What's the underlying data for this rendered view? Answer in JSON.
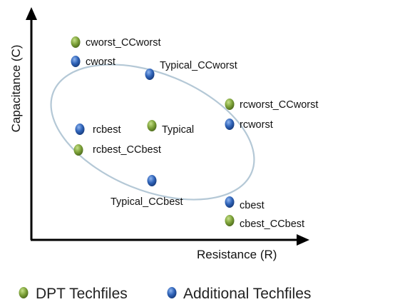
{
  "axes": {
    "y_label": "Capacitance (C)",
    "x_label": "Resistance (R)"
  },
  "colors": {
    "green": "#7ea33a",
    "blue": "#2f63b8",
    "ellipse": "#b4c8d6",
    "axis": "#000000"
  },
  "corners": [
    {
      "id": "cworst_CCworst",
      "label": "cworst_CCworst",
      "type": "dpt"
    },
    {
      "id": "cworst",
      "label": "cworst",
      "type": "additional"
    },
    {
      "id": "Typical_CCworst",
      "label": "Typical_CCworst",
      "type": "additional"
    },
    {
      "id": "rcworst_CCworst",
      "label": "rcworst_CCworst",
      "type": "dpt"
    },
    {
      "id": "rcworst",
      "label": "rcworst",
      "type": "additional"
    },
    {
      "id": "rcbest",
      "label": "rcbest",
      "type": "additional"
    },
    {
      "id": "Typical",
      "label": "Typical",
      "type": "dpt"
    },
    {
      "id": "rcbest_CCbest",
      "label": "rcbest_CCbest",
      "type": "dpt"
    },
    {
      "id": "Typical_CCbest",
      "label": "Typical_CCbest",
      "type": "additional"
    },
    {
      "id": "cbest",
      "label": "cbest",
      "type": "additional"
    },
    {
      "id": "cbest_CCbest",
      "label": "cbest_CCbest",
      "type": "dpt"
    }
  ],
  "legend": {
    "dpt": "DPT Techfiles",
    "additional": "Additional Techfiles"
  }
}
